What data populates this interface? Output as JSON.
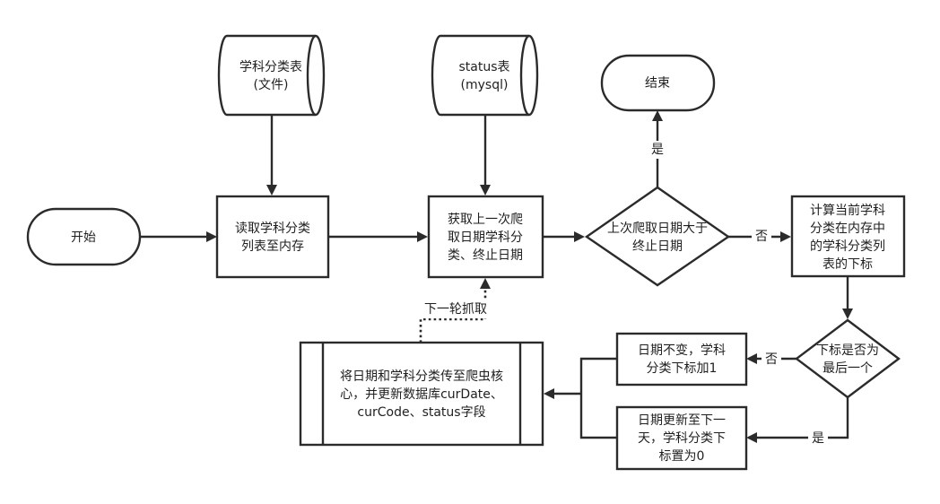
{
  "diagram": {
    "nodes": {
      "start": [
        "开始"
      ],
      "subject_file": [
        "学科分类表",
        "(文件)"
      ],
      "status_db": [
        "status表",
        "(mysql)"
      ],
      "end": [
        "结束"
      ],
      "read_list": [
        "读取学科分类",
        "列表至内存"
      ],
      "get_last": [
        "获取上一次爬",
        "取日期学科分",
        "类、终止日期"
      ],
      "check_date": [
        "上次爬取日期大于",
        "终止日期"
      ],
      "calc_index": [
        "计算当前学科",
        "分类在内存中",
        "的学科分类列",
        "表的下标"
      ],
      "is_last": [
        "下标是否为",
        "最后一个"
      ],
      "same_date": [
        "日期不变，学科",
        "分类下标加1"
      ],
      "next_day": [
        "日期更新至下一",
        "天，学科分类下",
        "标置为0"
      ],
      "pass_crawler": [
        "将日期和学科分类传至爬虫核",
        "心，并更新数据库curDate、",
        "curCode、status字段"
      ]
    },
    "edge_labels": {
      "yes_end": "是",
      "no_calc": "否",
      "no_same": "否",
      "yes_next": "是",
      "next_round": "下一轮抓取"
    }
  }
}
